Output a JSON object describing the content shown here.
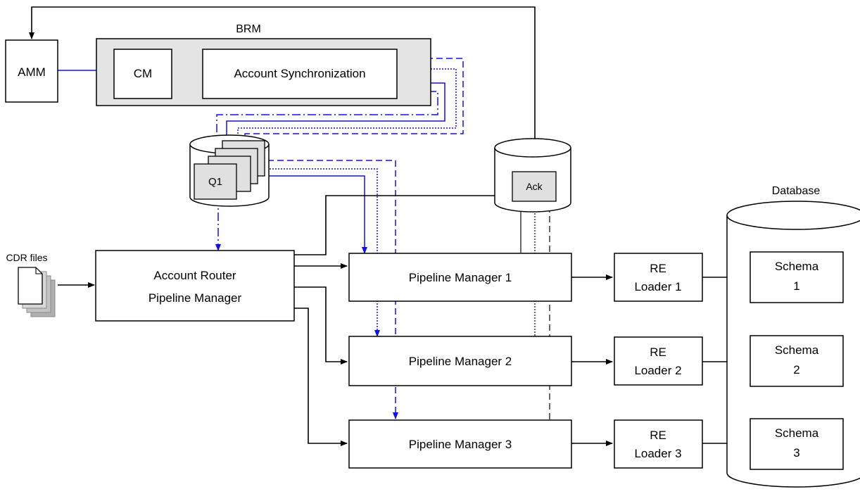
{
  "diagram": {
    "brm_label": "BRM",
    "amm": "AMM",
    "cm": "CM",
    "account_sync": "Account Synchronization",
    "queue": "Q1",
    "ack": "Ack",
    "database": "Database",
    "cdr_files": "CDR files",
    "router_line1": "Account Router",
    "router_line2": "Pipeline Manager",
    "pipelines": [
      "Pipeline Manager 1",
      "Pipeline Manager 2",
      "Pipeline Manager 3"
    ],
    "loaders": [
      {
        "line1": "RE",
        "line2": "Loader 1"
      },
      {
        "line1": "RE",
        "line2": "Loader 2"
      },
      {
        "line1": "RE",
        "line2": "Loader 3"
      }
    ],
    "schemas": [
      {
        "line1": "Schema",
        "line2": "1"
      },
      {
        "line1": "Schema",
        "line2": "2"
      },
      {
        "line1": "Schema",
        "line2": "3"
      }
    ]
  },
  "colors": {
    "line_black": "#000000",
    "line_blue": "#1010ee",
    "brm_fill": "#e4e4e4",
    "queue_fill": "#e0e0e0"
  }
}
